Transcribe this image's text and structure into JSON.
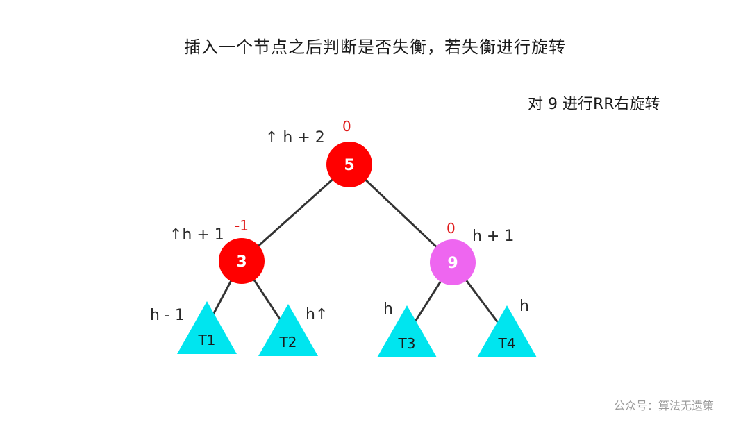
{
  "title": "插入一个节点之后判断是否失衡，若失衡进行旋转",
  "subtitle": "对 9 进行RR右旋转",
  "colors": {
    "node_red": "#ff0000",
    "node_violet": "#ee66f0",
    "triangle_cyan": "#00e5ef",
    "edge": "#333333",
    "balance_red": "#e01818"
  },
  "nodes": {
    "root": {
      "value": "5",
      "balance": "0",
      "height_label": "↑ h + 2"
    },
    "left": {
      "value": "3",
      "balance": "-1",
      "height_label": "↑h + 1"
    },
    "right": {
      "value": "9",
      "balance": "0",
      "height_label": "h + 1"
    }
  },
  "subtrees": {
    "t1": {
      "name": "T1",
      "height_label": "h - 1"
    },
    "t2": {
      "name": "T2",
      "height_label": "h↑"
    },
    "t3": {
      "name": "T3",
      "height_label": "h"
    },
    "t4": {
      "name": "T4",
      "height_label": "h"
    }
  },
  "watermark": "公众号：算法无遗策"
}
